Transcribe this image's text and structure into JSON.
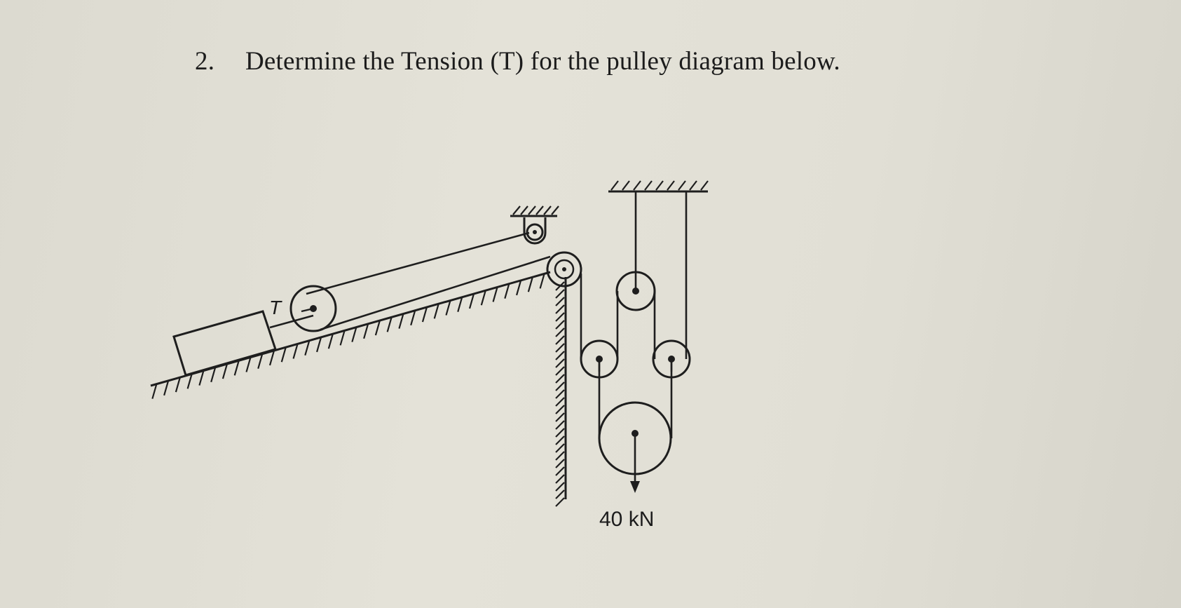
{
  "question": {
    "number": "2.",
    "text": "Determine the Tension (T) for the pulley diagram below."
  },
  "figure": {
    "tension_label": "T",
    "load_label": "40 kN",
    "ink_color": "#1e1e1e"
  }
}
